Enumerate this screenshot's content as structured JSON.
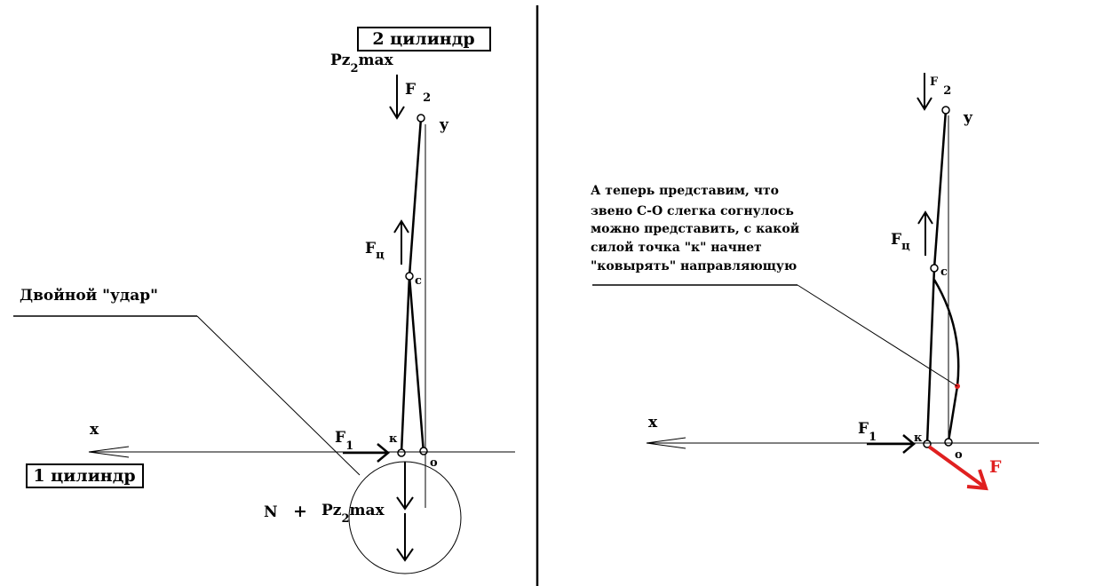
{
  "left_panel": {
    "box_top": "2 цилиндр",
    "box_bottom": "1 цилиндр",
    "pz_label": "Pz",
    "pz_sub": "2",
    "pz_max": "max",
    "f2_label": "F",
    "f2_sub": "2",
    "y_label": "y",
    "fc_label": "F",
    "fc_sub": "ц",
    "c_label": "c",
    "double_hit": "Двойной \"удар\"",
    "x_label": "x",
    "f1_label": "F",
    "f1_sub": "1",
    "k_label": "к",
    "o_label": "o",
    "n_label": "N",
    "plus": "+",
    "pz2_label": "Pz",
    "pz2_sub": "2",
    "pz2_max": "max"
  },
  "right_panel": {
    "f2_label": "F",
    "f2_sub": "2",
    "y_label": "y",
    "note_lines": [
      "А теперь представим, что",
      "звено С-О слегка согнулось",
      "можно представить, с какой",
      "силой точка \"к\" начнет",
      "\"ковырять\" направляющую"
    ],
    "fc_label": "F",
    "fc_sub": "ц",
    "c_label": "c",
    "x_label": "x",
    "f1_label": "F",
    "f1_sub": "1",
    "k_label": "к",
    "o_label": "o",
    "f_red_label": "F"
  },
  "colors": {
    "ink": "#000000",
    "accent": "#e02020",
    "background": "#ffffff"
  }
}
